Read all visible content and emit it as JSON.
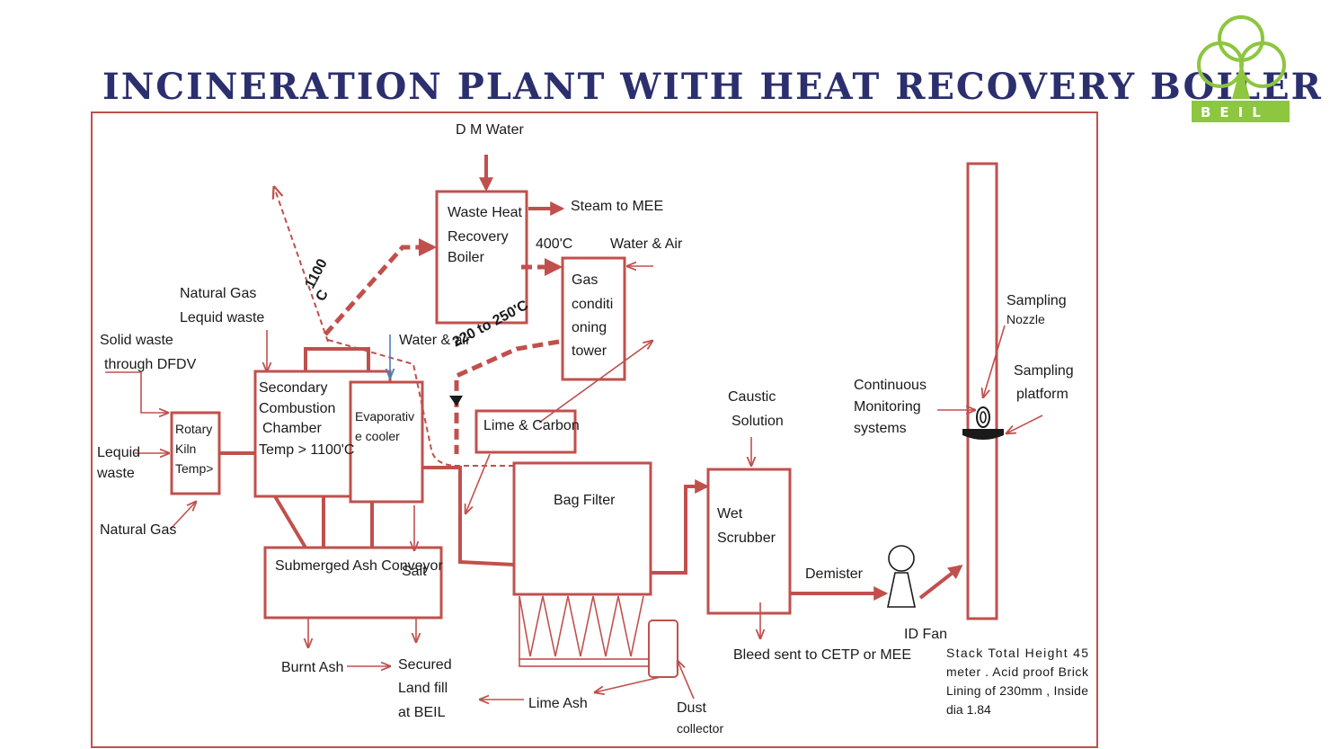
{
  "title": "INCINERATION PLANT WITH HEAT RECOVERY BOILER",
  "logo": {
    "text": "BEIL",
    "color": "#8dc63f"
  },
  "colors": {
    "title": "#2b2f6e",
    "line": "#c0504d",
    "arrow_blue": "#4a7ebb"
  },
  "labels": {
    "dm_water": "D M Water",
    "whrb_1": "Waste Heat",
    "whrb_2": "Recovery",
    "whrb_3": "Boiler",
    "steam": "Steam to MEE",
    "temp_400": "400'C",
    "water_air_top": "Water & Air",
    "gct_1": "Gas",
    "gct_2": "conditi",
    "gct_3": "oning",
    "gct_4": "tower",
    "t1100_1": "1100",
    "t1100_2": "C",
    "t220": "220 to 250'C",
    "natural_gas_1": "Natural Gas",
    "liquid_waste_top": "Lequid waste",
    "solid_1": "Solid waste",
    "solid_2": "through DFDV",
    "water_air_mid": "Water & air",
    "scc_1": "Secondary",
    "scc_2": "Combustion",
    "scc_3": "Chamber",
    "scc_4": "Temp > 1100'C",
    "evap_1": "Evaporativ",
    "evap_2": "e cooler",
    "kiln_1": "Rotary",
    "kiln_2": "Kiln",
    "kiln_3": "Temp>",
    "lequid_1": "Lequid",
    "lequid_2": "waste",
    "natural_gas_2": "Natural Gas",
    "lime_carbon": "Lime & Carbon",
    "bag_filter": "Bag Filter",
    "caustic_1": "Caustic",
    "caustic_2": "Solution",
    "wet_1": "Wet",
    "wet_2": "Scrubber",
    "demister": "Demister",
    "id_fan": "ID Fan",
    "bleed": "Bleed sent to CETP or MEE",
    "continuous_1": "Continuous",
    "continuous_2": "Monitoring",
    "continuous_3": "systems",
    "sampling_nozzle_1": "Sampling",
    "sampling_nozzle_2": "Nozzle",
    "sampling_platform_1": "Sampling",
    "sampling_platform_2": "platform",
    "ash_conveyor": "Submerged Ash Conveyor",
    "salt": "Salt",
    "burnt_ash": "Burnt Ash",
    "secured_1": "Secured",
    "secured_2": "Land fill",
    "secured_3": "at BEIL",
    "lime_ash": "Lime Ash",
    "dust_1": "Dust",
    "dust_2": "collector",
    "stack_1": "Stack Total Height 45",
    "stack_2": "meter . Acid proof Brick",
    "stack_3": "Lining of 230mm , Inside",
    "stack_4": "dia 1.84"
  }
}
